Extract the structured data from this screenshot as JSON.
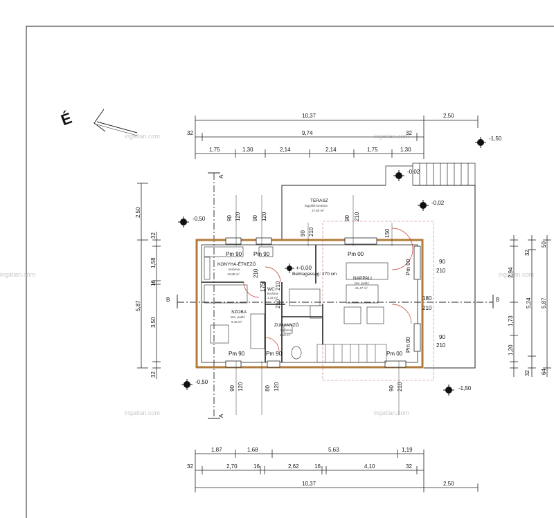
{
  "north_label": "É",
  "watermark": "ingatlan.com",
  "section_labels": {
    "a_top": "A",
    "a_bottom": "A",
    "b_left": "B",
    "b_right": "B"
  },
  "levels": {
    "top_right": "-1,50",
    "stair_top": "-0,02",
    "terrace": "-0,02",
    "left_top": "-0,50",
    "floor": "+-0,00",
    "left_bottom": "-0,50",
    "bottom_right": "-1,50"
  },
  "ceiling_note": "Belmagasság: 270 cm",
  "rooms": {
    "terasz": {
      "name": "TERASZ",
      "floor": "fagyálló kerámia",
      "area": "37,80 m²"
    },
    "konyha": {
      "name": "KONYHA-ÉTKEZŐ",
      "floor": "kerámia",
      "area": "10,98 m²"
    },
    "nappali": {
      "name": "NAPPALI",
      "floor": "lam. padló",
      "area": "21,47 m²"
    },
    "szoba": {
      "name": "SZOBA",
      "floor": "lam. padló",
      "area": "9,45 m²"
    },
    "zuhanyzo": {
      "name": "ZUHANYZÓ",
      "floor": "kerámia",
      "area": "5,19 m²"
    },
    "wc": {
      "name": "WC",
      "floor": "kerámia",
      "area": "1,34 m²"
    }
  },
  "openings": {
    "pm_90_a": "Pm 90",
    "pm_90_b": "Pm 90",
    "pm_00_a": "Pm 00",
    "pm_00_b": "Pm 00",
    "pm_00_c": "Pm 00",
    "pm_90_c": "Pm 90",
    "pm_90_d": "Pm 90",
    "pm_00_d": "Pm 00"
  },
  "opening_sizes": {
    "top": [
      "90",
      "120",
      "90",
      "120",
      "90",
      "210",
      "90",
      "210",
      "150"
    ],
    "left_inner": [
      "210",
      "175",
      "210",
      "210"
    ],
    "right": [
      "90",
      "210",
      "180",
      "210",
      "90",
      "210"
    ],
    "bottom": [
      "90",
      "120",
      "80",
      "120",
      "90",
      "210"
    ]
  },
  "dimensions": {
    "top_row1": [
      "10,37",
      "2,50"
    ],
    "top_row2": [
      "32",
      "9,74",
      "32"
    ],
    "top_row3": [
      "1,75",
      "1,30",
      "2,14",
      "2,14",
      "1,75",
      "1,30"
    ],
    "left_outer": [
      "2,50",
      "5,87"
    ],
    "left_inner": [
      "32",
      "1,58",
      "16",
      "3,50",
      "32"
    ],
    "right_inner": [
      "32",
      "2,94",
      "1,73",
      "1,20",
      "32"
    ],
    "right_outer": [
      "50",
      "5,24",
      "64"
    ],
    "right_total": "5,87",
    "bottom_row1": [
      "1,87",
      "1,68",
      "5,63",
      "1,19"
    ],
    "bottom_row2": [
      "32",
      "2,70",
      "16",
      "2,62",
      "16",
      "4,10",
      "32"
    ],
    "bottom_row3": [
      "10,37",
      "2,50"
    ]
  }
}
